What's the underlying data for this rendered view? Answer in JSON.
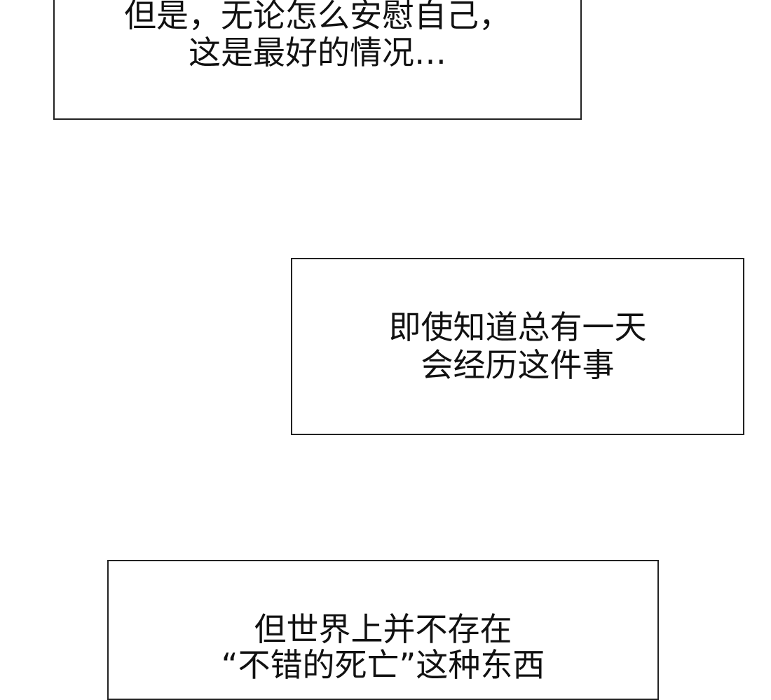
{
  "panels": [
    {
      "lines": [
        "但是，无论怎么安慰自己，",
        "这是最好的情况…"
      ]
    },
    {
      "lines": [
        "即使知道总有一天",
        "会经历这件事"
      ]
    },
    {
      "lines": [
        "但世界上并不存在",
        "“不错的死亡”这种东西"
      ]
    }
  ]
}
